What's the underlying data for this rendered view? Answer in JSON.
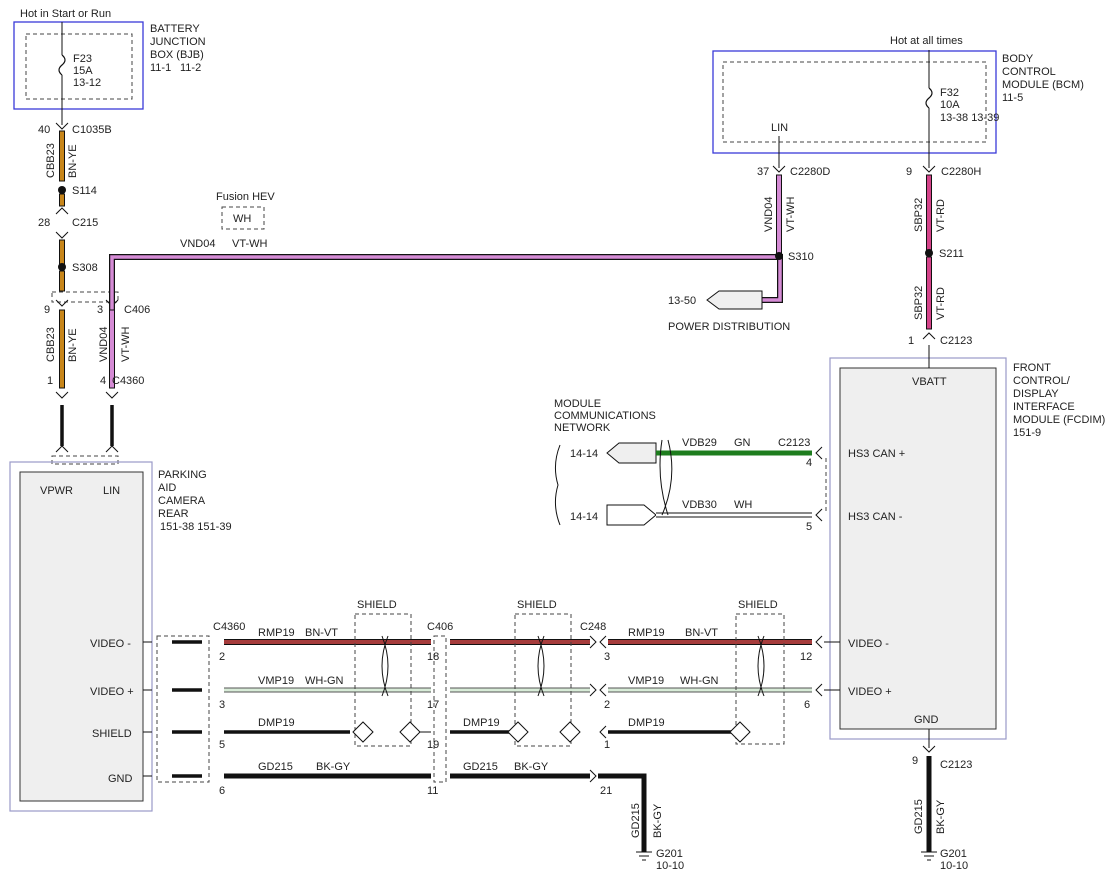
{
  "labels": {
    "hot_start_run": "Hot in Start or Run",
    "hot_all_times": "Hot at all times",
    "fusion_hev": "Fusion HEV",
    "fusion_wh": "WH",
    "power_dist": "POWER DISTRIBUTION",
    "power_ref": "13-50",
    "mcn": [
      "MODULE",
      "COMMUNICATIONS",
      "NETWORK"
    ],
    "ref_1414a": "14-14",
    "ref_1414b": "14-14"
  },
  "bjb": {
    "name_lines": [
      "BATTERY",
      "JUNCTION",
      "BOX (BJB)"
    ],
    "ref_a": "11-1",
    "ref_b": "11-2",
    "fuse": "F23",
    "amps": "15A",
    "fuse_ref": "13-12"
  },
  "bcm": {
    "name_lines": [
      "BODY",
      "CONTROL",
      "MODULE (BCM)"
    ],
    "ref": "11-5",
    "fuse": "F32",
    "amps": "10A",
    "fuse_ref": "13-38  13-39",
    "pin_lin": "LIN"
  },
  "pac": {
    "name_lines": [
      "PARKING",
      "AID",
      "CAMERA",
      "REAR"
    ],
    "refs": "151-38  151-39",
    "pins": {
      "vpwr": "VPWR",
      "lin": "LIN",
      "video_minus": "VIDEO -",
      "video_plus": "VIDEO +",
      "shield": "SHIELD",
      "gnd": "GND"
    }
  },
  "fcdim": {
    "name_lines": [
      "FRONT",
      "CONTROL/",
      "DISPLAY",
      "INTERFACE",
      "MODULE (FCDIM)"
    ],
    "ref": "151-9",
    "pins": {
      "vbatt": "VBATT",
      "can_plus": "HS3 CAN +",
      "can_minus": "HS3 CAN -",
      "video_minus": "VIDEO -",
      "video_plus": "VIDEO +",
      "gnd": "GND"
    }
  },
  "connectors": {
    "c1035b": "C1035B",
    "c1035b_pin": "40",
    "s114": "S114",
    "c215": "C215",
    "c215_pin": "28",
    "s308": "S308",
    "c406_top": "C406",
    "c406_pin_left": "9",
    "c406_pin_right": "3",
    "c4360_top": "C4360",
    "c4360_pin_left": "1",
    "c4360_pin_right": "4",
    "c2280d": "C2280D",
    "c2280d_pin": "37",
    "c2280h": "C2280H",
    "c2280h_pin": "9",
    "s310": "S310",
    "s211": "S211",
    "c2123_top": "C2123",
    "c2123_top_pin": "1",
    "c2123_can": "C2123",
    "c2123_can_plus_pin": "4",
    "c2123_can_minus_pin": "5",
    "c4360_b": "C4360",
    "c406_b": "C406",
    "c248": "C248",
    "c2123_gnd": "C2123",
    "c2123_gnd_pin": "9",
    "g201_a": "G201",
    "g201_a_ref": "10-10",
    "g201_b": "G201",
    "g201_b_ref": "10-10",
    "shield": "SHIELD",
    "pins_c4360": [
      "2",
      "3",
      "5",
      "6"
    ],
    "pins_c406": [
      "18",
      "17",
      "19",
      "11"
    ],
    "pins_c248": [
      "3",
      "2",
      "1",
      "21"
    ],
    "pins_c2123_video": [
      "12",
      "6"
    ]
  },
  "wires": {
    "cbb23": "CBB23",
    "bn_ye": "BN-YE",
    "vnd04": "VND04",
    "vt_wh": "VT-WH",
    "sbp32": "SBP32",
    "vt_rd": "VT-RD",
    "vdb29": "VDB29",
    "gn": "GN",
    "vdb30": "VDB30",
    "wh": "WH",
    "rmp19": "RMP19",
    "bn_vt": "BN-VT",
    "vmp19": "VMP19",
    "wh_gn": "WH-GN",
    "dmp19": "DMP19",
    "gd215": "GD215",
    "bk_gy": "BK-GY"
  },
  "colors": {
    "bn_ye": "#c8861a",
    "vt_wh": "#d58bd5",
    "vt_rd": "#d5438a",
    "gn": "#1e7d1e",
    "bn_vt": "#a63c3c",
    "wh_gn": "#9fcf9f",
    "module_border": "#3a3ad8"
  }
}
